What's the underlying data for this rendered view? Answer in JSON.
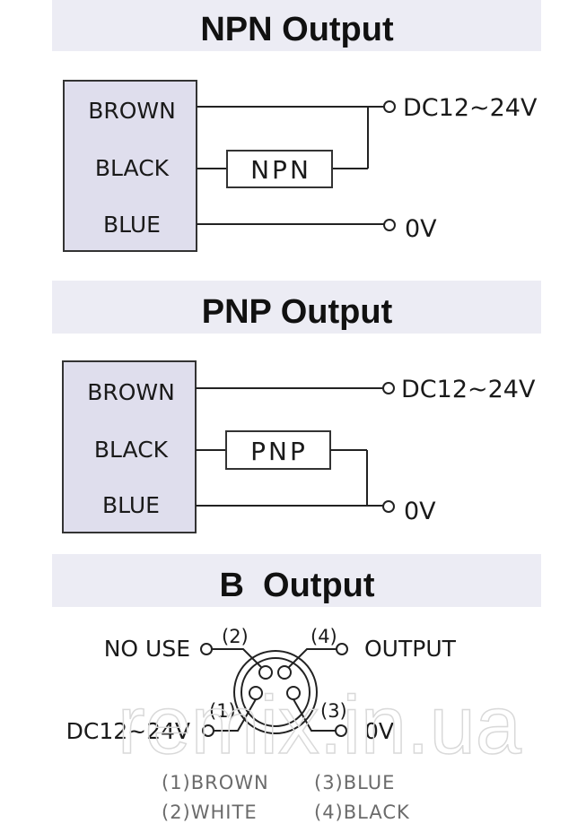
{
  "sections": [
    {
      "title": "NPN Output",
      "sensor_wires": [
        "BROWN",
        "BLACK",
        "BLUE"
      ],
      "component": "NPN",
      "supply": "DC12~24V",
      "ground": "0V"
    },
    {
      "title": "PNP Output",
      "sensor_wires": [
        "BROWN",
        "BLACK",
        "BLUE"
      ],
      "component": "PNP",
      "supply": "DC12~24V",
      "ground": "0V"
    },
    {
      "title": "B  Output",
      "pins": [
        {
          "num": "(1)",
          "function": "DC12~24V"
        },
        {
          "num": "(2)",
          "function": "NO USE"
        },
        {
          "num": "(3)",
          "function": "0V"
        },
        {
          "num": "(4)",
          "function": "OUTPUT"
        }
      ],
      "legend": [
        "(1)BROWN",
        "(2)WHITE",
        "(3)BLUE",
        "(4)BLACK"
      ]
    }
  ],
  "watermark": "remix.in.ua",
  "colors": {
    "title_band": "#ececf4",
    "sensor_box": "#dfdeed",
    "line": "#222222",
    "legend_text": "#6b6b6b"
  }
}
